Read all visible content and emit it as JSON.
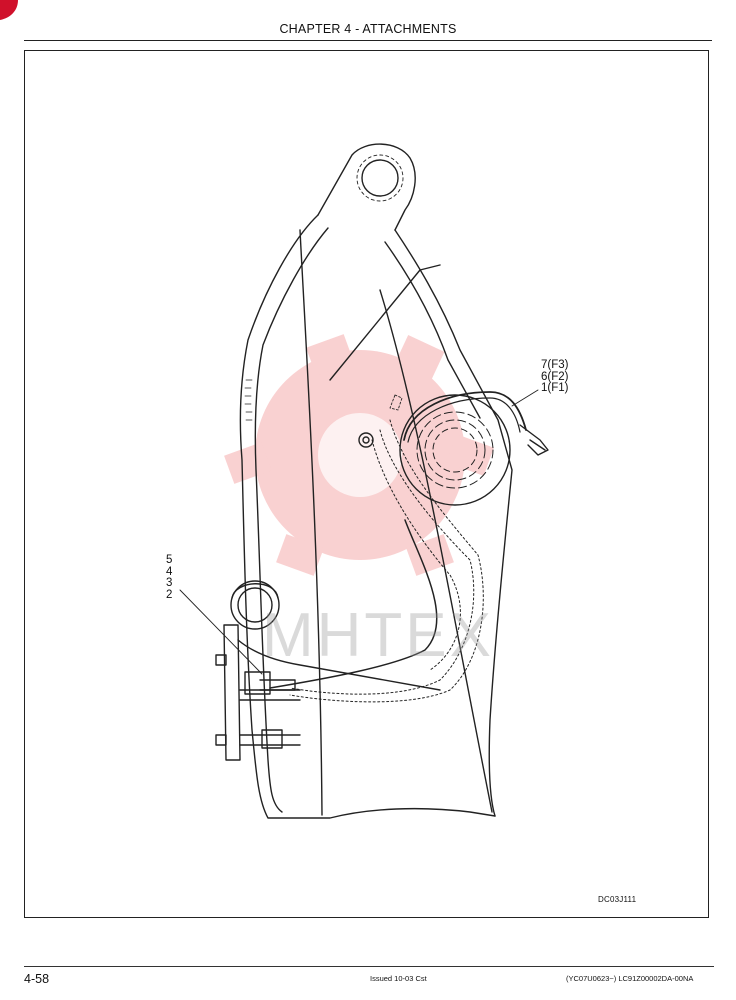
{
  "header": {
    "chapter_title": "CHAPTER 4 - ATTACHMENTS"
  },
  "figure": {
    "callouts_left": [
      "5",
      "4",
      "3",
      "2"
    ],
    "callouts_right": [
      "7(F3)",
      "6(F2)",
      "1(F1)"
    ],
    "figure_id": "DC03J111",
    "watermark_text": "MHTEX"
  },
  "footer": {
    "page_number": "4-58",
    "issue_info": "Issued 10-03   Cst",
    "doc_ref": "(YC07U0623~)   LC91Z00002DA-00NA"
  },
  "colors": {
    "watermark_red": "#f39a9a",
    "corner_badge": "#d0112b",
    "line": "#222222"
  }
}
